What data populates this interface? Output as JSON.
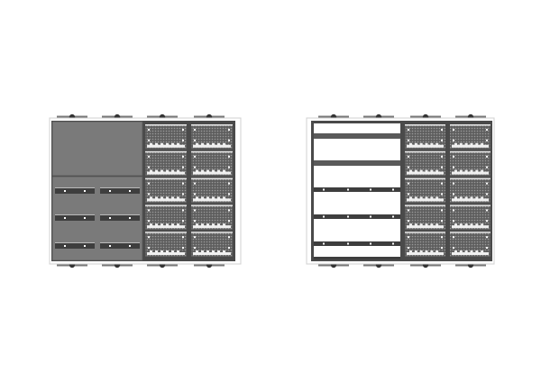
{
  "drawing": {
    "colors": {
      "frame": "#4a4a4a",
      "panel": "#7a7a7a",
      "module": "#6a6a6a",
      "rail": "#3e3e3e",
      "outline": "#d0d0d0",
      "background": "#ffffff"
    },
    "racks": [
      {
        "id": "left-rack",
        "cover_panel": true,
        "din_rails": 3,
        "module_columns": 2,
        "module_rows": 5
      },
      {
        "id": "right-rack",
        "cover_panel": false,
        "mounting_rails": 5,
        "module_columns": 2,
        "module_rows": 5
      }
    ]
  }
}
